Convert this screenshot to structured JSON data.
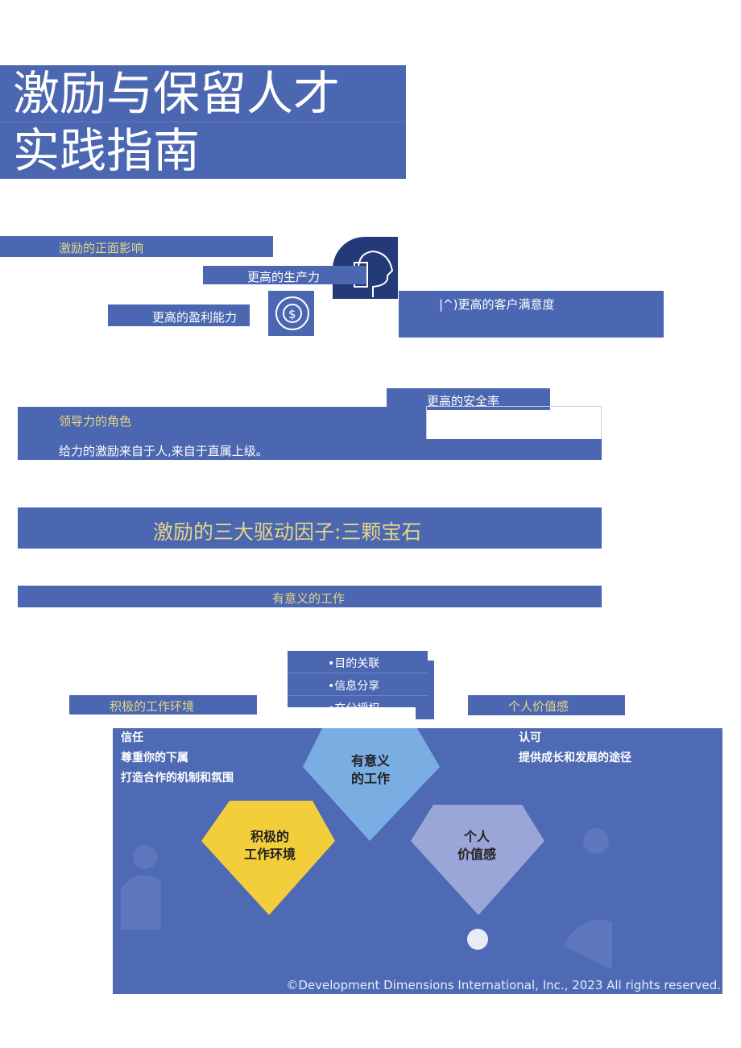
{
  "title": {
    "line1": "激励与保留人才",
    "line2": "实践指南"
  },
  "impact": {
    "heading": "激励的正面影响",
    "productivity": "更高的生产力",
    "profitability": "更高的盈利能力",
    "satisfaction": "|^)更高的客户满意度",
    "safety": "更高的安全率"
  },
  "leadership": {
    "heading": "领导力的角色",
    "text": "给力的激励来自于人,来自于直属上级。"
  },
  "drivers": {
    "heading": "激励的三大驱动因子:三颗宝石",
    "meaningful_heading": "有意义的工作",
    "meaningful_items": [
      "•目的关联",
      "•信息分享",
      "•充分授权"
    ],
    "environment_heading": "积极的工作环境",
    "value_heading": "个人价值感"
  },
  "graphic": {
    "left_items": [
      "信任",
      "尊重你的下属",
      "打造合作的机制和氛围"
    ],
    "right_items": [
      "认可",
      "提供成长和发展的途径"
    ],
    "gem_top": [
      "有意义",
      "的工作"
    ],
    "gem_left": [
      "积极的",
      "工作环境"
    ],
    "gem_right": [
      "个人",
      "价值感"
    ],
    "copyright": "©Development Dimensions International, Inc., 2023 All rights reserved."
  },
  "colors": {
    "blue": "#4b67b1",
    "gold": "#e6d585"
  }
}
